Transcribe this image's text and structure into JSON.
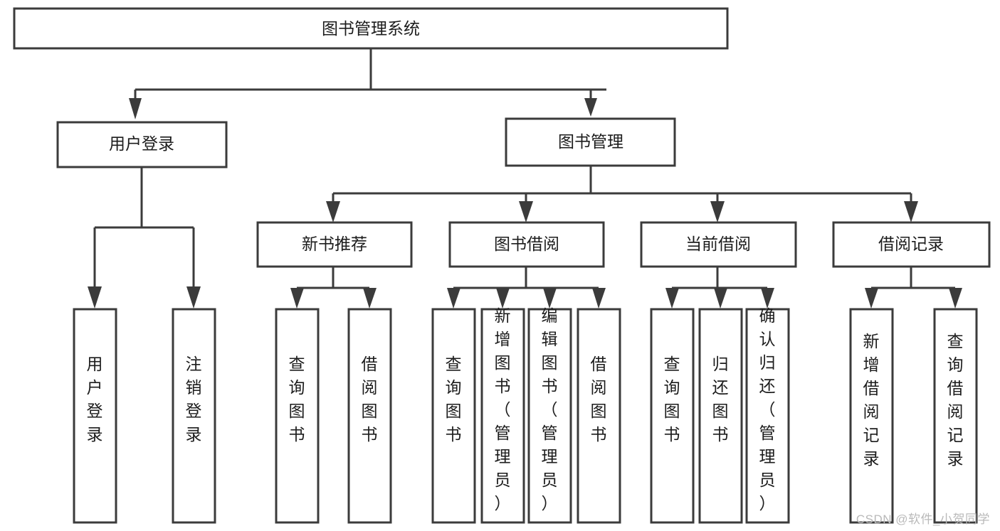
{
  "diagram": {
    "type": "tree",
    "title": "图书管理系统",
    "orientation": "top-down",
    "colors": {
      "background": "#ffffff",
      "box_stroke": "#3b3b3b",
      "box_fill": "#ffffff",
      "text": "#1c1c1c",
      "watermark": "#b9b9b9"
    },
    "root": {
      "label": "图书管理系统"
    },
    "level2": [
      {
        "label": "用户登录"
      },
      {
        "label": "图书管理"
      }
    ],
    "level3": [
      {
        "label": "新书推荐"
      },
      {
        "label": "图书借阅"
      },
      {
        "label": "当前借阅"
      },
      {
        "label": "借阅记录"
      }
    ],
    "leaves_user_login": [
      {
        "label": "用户登录"
      },
      {
        "label": "注销登录"
      }
    ],
    "leaves_new_book": [
      {
        "label": "查询图书"
      },
      {
        "label": "借阅图书"
      }
    ],
    "leaves_borrow_book": [
      {
        "label": "查询图书"
      },
      {
        "label": "新增图书（管理员）"
      },
      {
        "label": "编辑图书（管理员）"
      },
      {
        "label": "借阅图书"
      }
    ],
    "leaves_current_borrow": [
      {
        "label": "查询图书"
      },
      {
        "label": "归还图书"
      },
      {
        "label": "确认归还（管理员）"
      }
    ],
    "leaves_borrow_record": [
      {
        "label": "新增借阅记录"
      },
      {
        "label": "查询借阅记录"
      }
    ]
  },
  "watermark": {
    "text": "CSDN @软件_小贺同学"
  }
}
